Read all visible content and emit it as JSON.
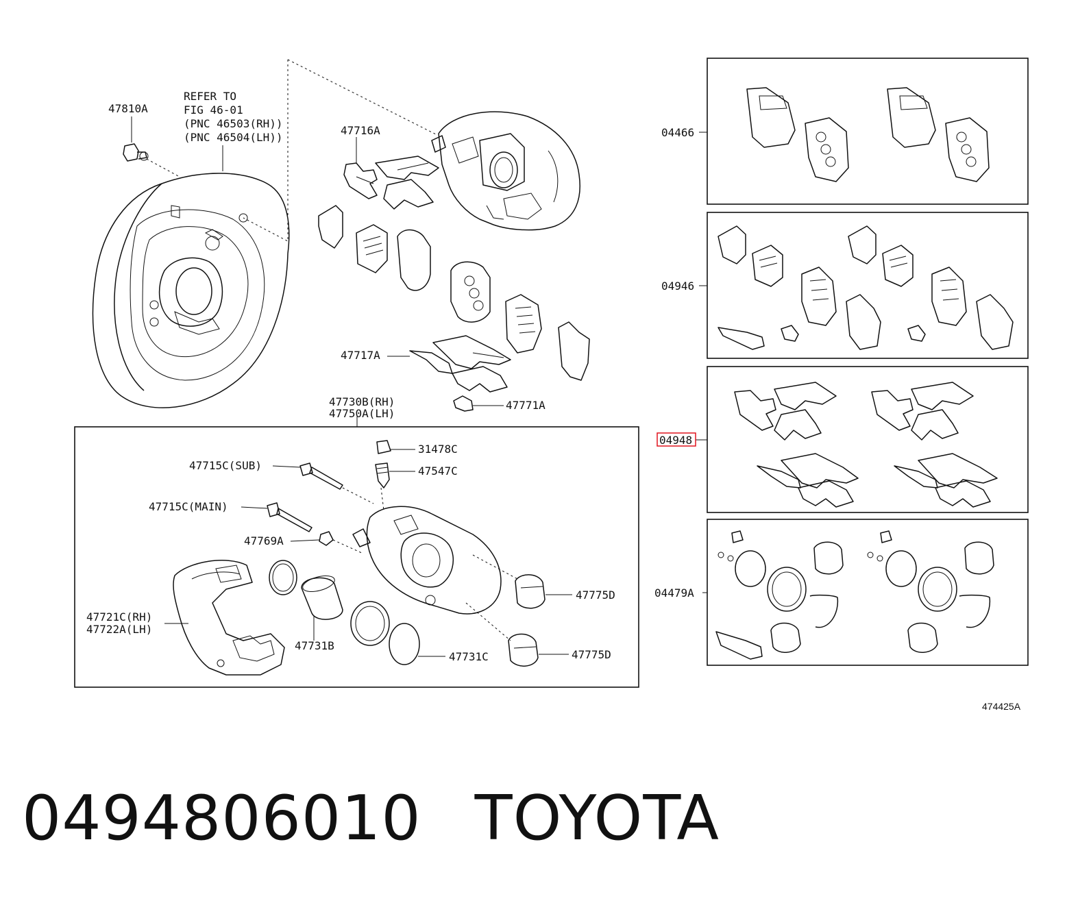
{
  "refer_note": {
    "line1": "REFER TO",
    "line2": "FIG 46-01",
    "line3": "(PNC 46503(RH))",
    "line4": "(PNC 46504(LH))"
  },
  "callouts": {
    "c47810A": "47810A",
    "c47716A": "47716A",
    "c47717A": "47717A",
    "c47771A": "47771A",
    "c47730B": "47730B(RH)",
    "c47750A": "47750A(LH)",
    "c31478C": "31478C",
    "c47547C": "47547C",
    "c47715C_sub": "47715C(SUB)",
    "c47715C_main": "47715C(MAIN)",
    "c47769A": "47769A",
    "c47721C": "47721C(RH)",
    "c47722A": "47722A(LH)",
    "c47731B": "47731B",
    "c47731C": "47731C",
    "c47775D_top": "47775D",
    "c47775D_bottom": "47775D"
  },
  "kits": [
    {
      "label": "04466"
    },
    {
      "label": "04946"
    },
    {
      "label": "04948",
      "highlighted": true
    },
    {
      "label": "04479A"
    }
  ],
  "illustration_code": "474425A",
  "footer": {
    "part_number": "0494806010",
    "maker": "TOYOTA"
  },
  "colors": {
    "line": "#111111",
    "highlight": "#e0141e",
    "background": "#ffffff"
  }
}
